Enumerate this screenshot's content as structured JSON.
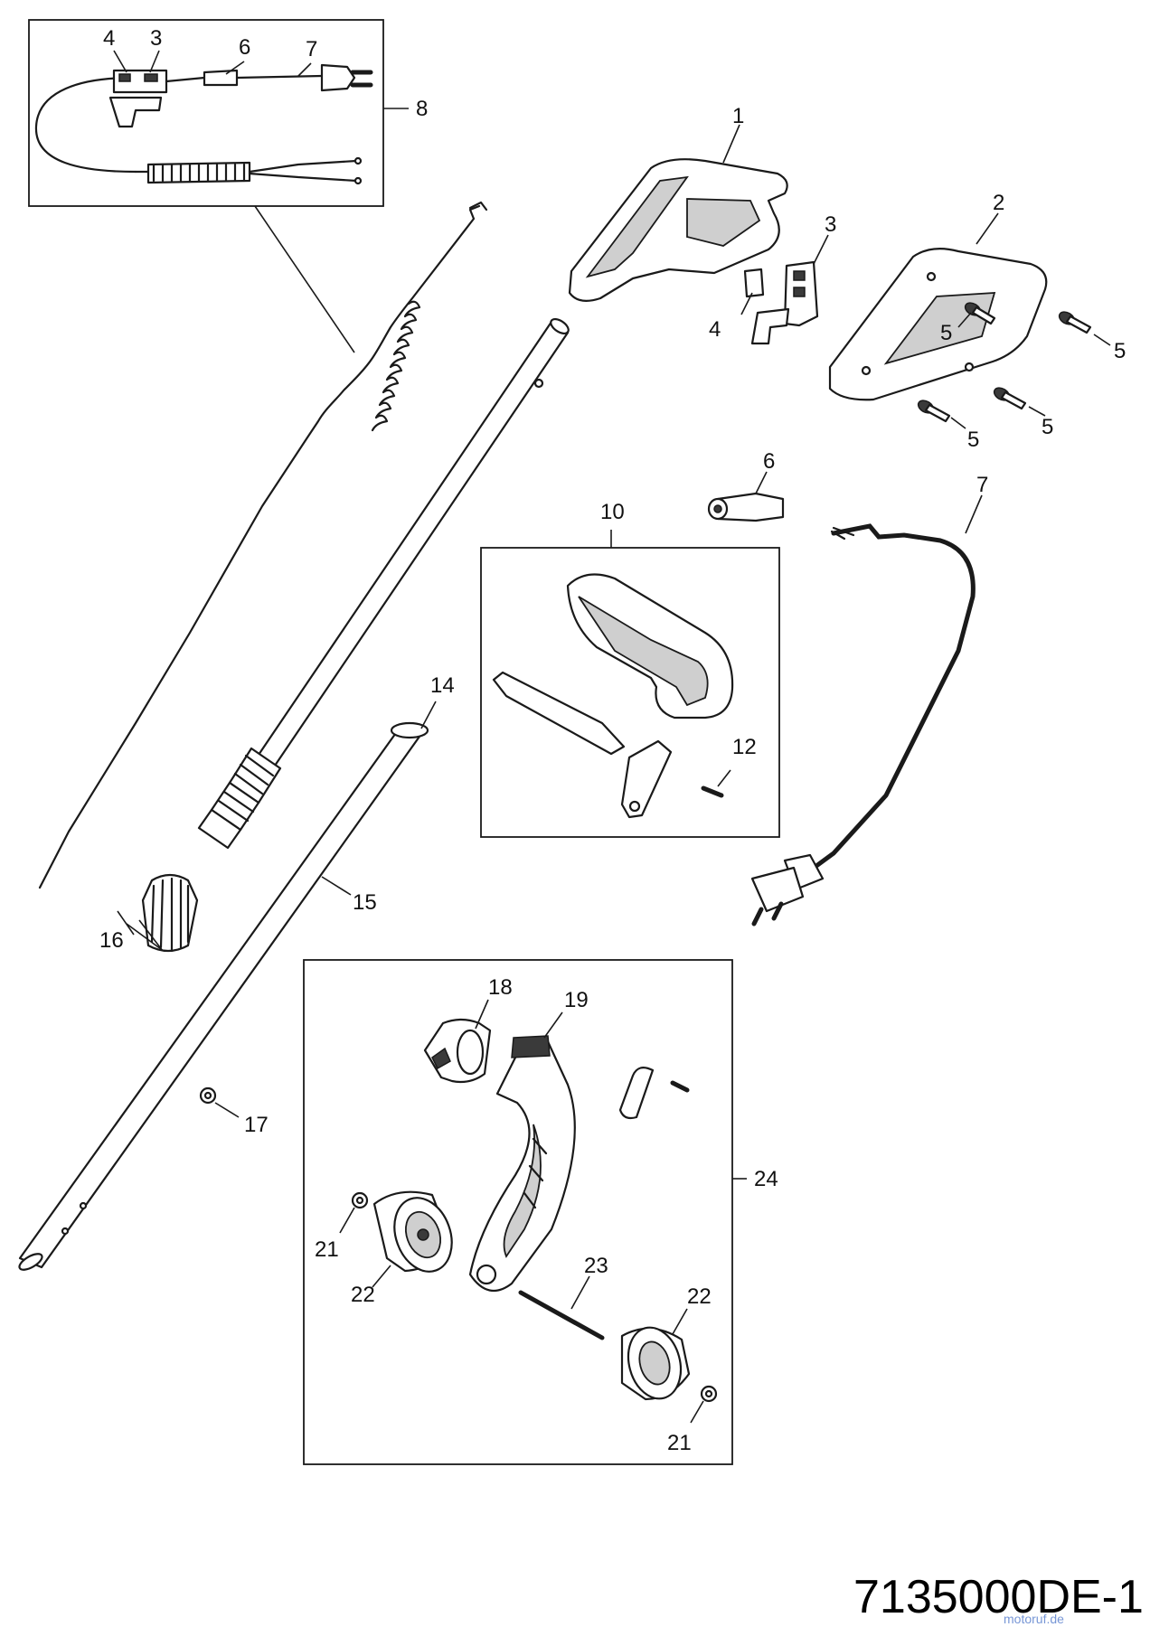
{
  "document_number": "7135000DE-1",
  "watermark": "motoruf.de",
  "callouts": {
    "c1": "1",
    "c2": "2",
    "c3": "3",
    "c4": "4",
    "c5": "5",
    "c6": "6",
    "c7": "7",
    "c8": "8",
    "c10": "10",
    "c12": "12",
    "c14": "14",
    "c15": "15",
    "c16": "16",
    "c17": "17",
    "c18": "18",
    "c19": "19",
    "c21": "21",
    "c22": "22",
    "c23": "23",
    "c24": "24"
  },
  "colors": {
    "line": "#1a1a1a",
    "fill": "#ffffff",
    "shade": "#cfcfcf",
    "watermark_blue": "#4a74c9"
  }
}
